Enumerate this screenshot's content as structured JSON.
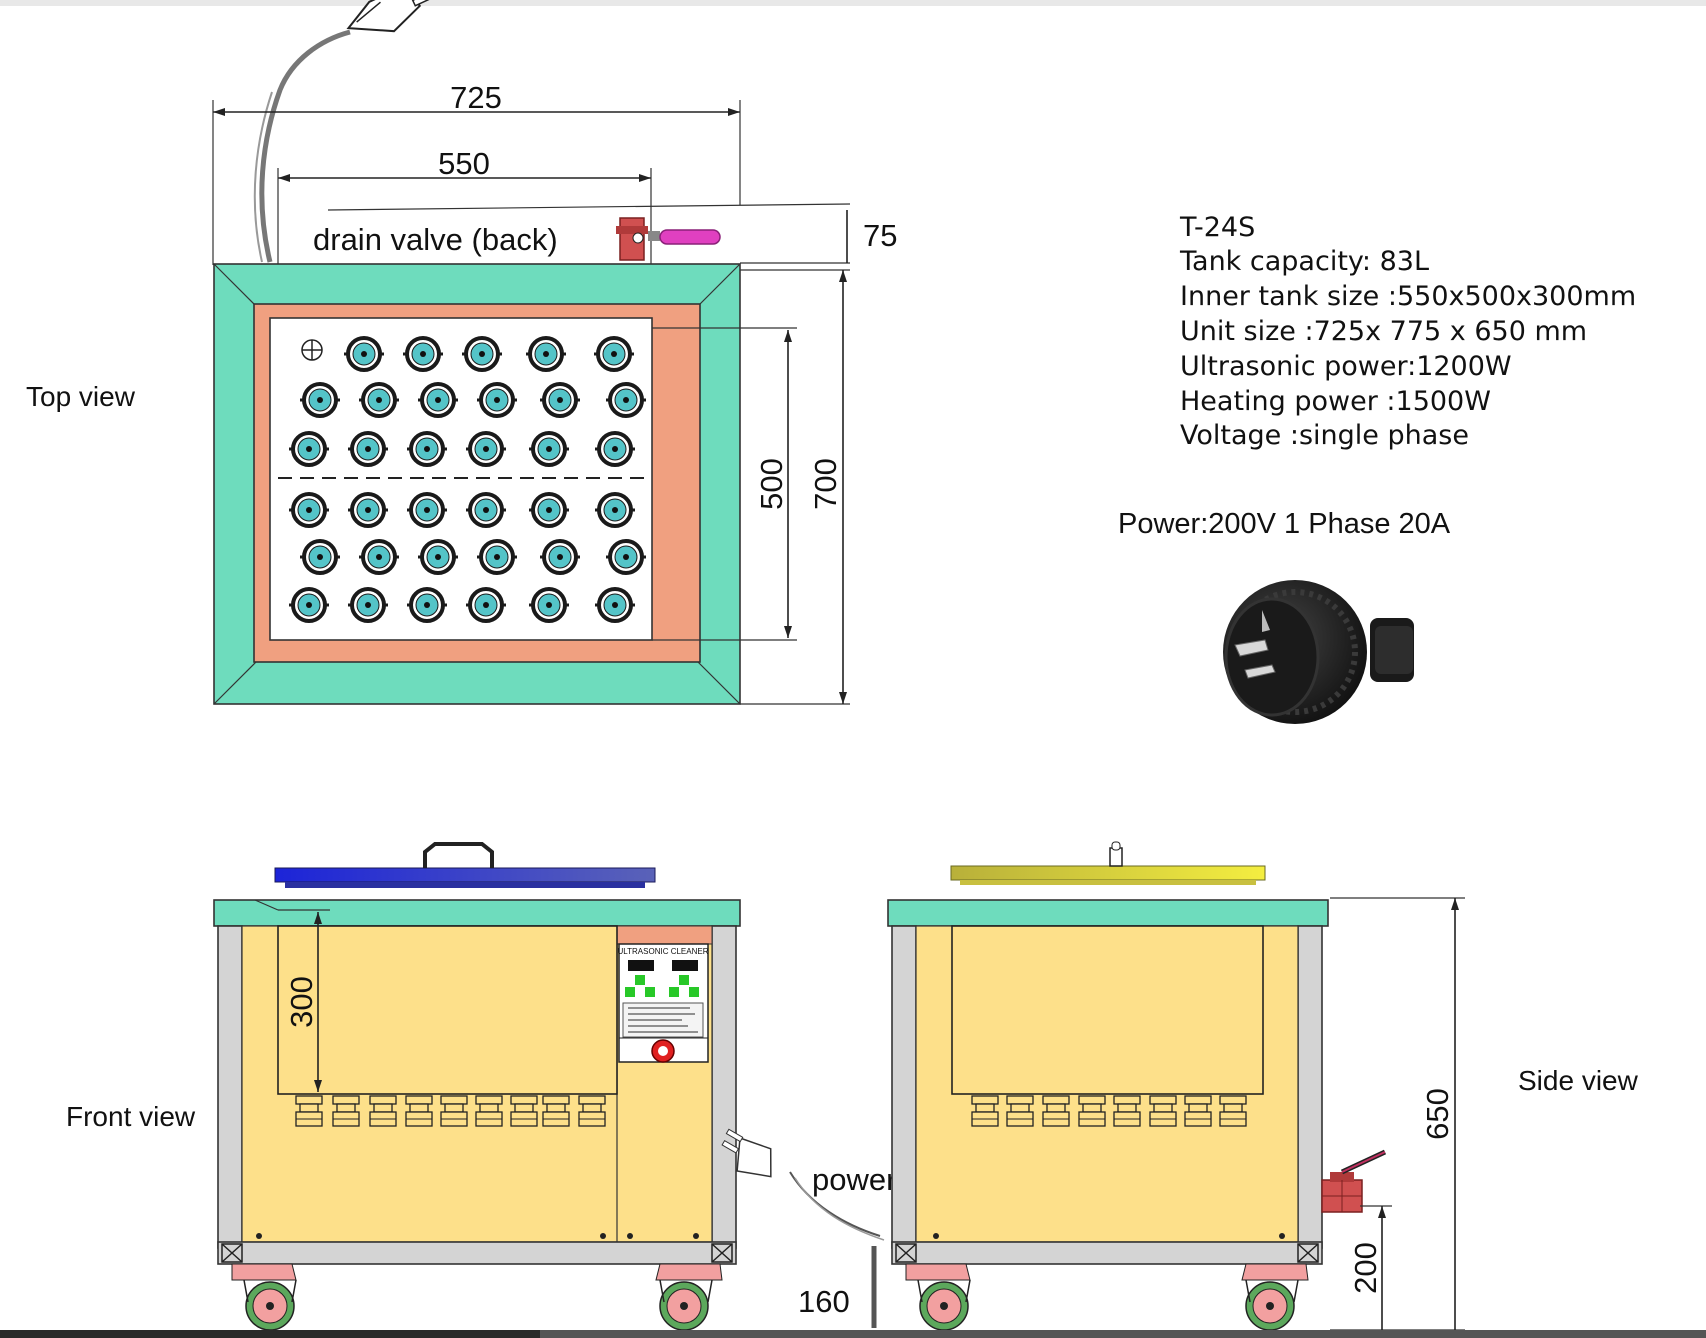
{
  "labels": {
    "top_view": "Top view",
    "front_view": "Front view",
    "side_view": "Side view",
    "drain_valve": "drain valve (back)",
    "power_supply": "power supply",
    "panel_title": "ULTRASONIC CLEANER"
  },
  "dimensions": {
    "outer_width": "725",
    "inner_width": "550",
    "valve_offset": "75",
    "inner_depth": "500",
    "outer_depth": "700",
    "inner_height": "300",
    "caster_offset": "160",
    "drain_height": "200",
    "total_height": "650"
  },
  "specs": {
    "model": "T-24S",
    "capacity": "Tank capacity: 83L",
    "inner_size": "Inner tank size :550x500x300mm",
    "unit_size": "Unit size :725x 775 x 650 mm",
    "ultrasonic": "Ultrasonic power:1200W",
    "heating": "Heating power :1500W",
    "voltage": "Voltage :single phase"
  },
  "power": "Power:200V 1 Phase 20A",
  "colors": {
    "frame_mint": "#6edcbd",
    "inner_salmon": "#f0a080",
    "transducer_cyan": "#54c4c8",
    "cabinet_yellow": "#fde08a",
    "steel_gray": "#d4d4d4",
    "lid_blue": "#2732c8",
    "lid_yellow": "#e6e04a",
    "wheel_pink": "#f2a0a0",
    "wheel_green": "#5ca85c",
    "valve_handle": "#e040c0",
    "valve_body": "#d05050",
    "led_green": "#28c828"
  }
}
